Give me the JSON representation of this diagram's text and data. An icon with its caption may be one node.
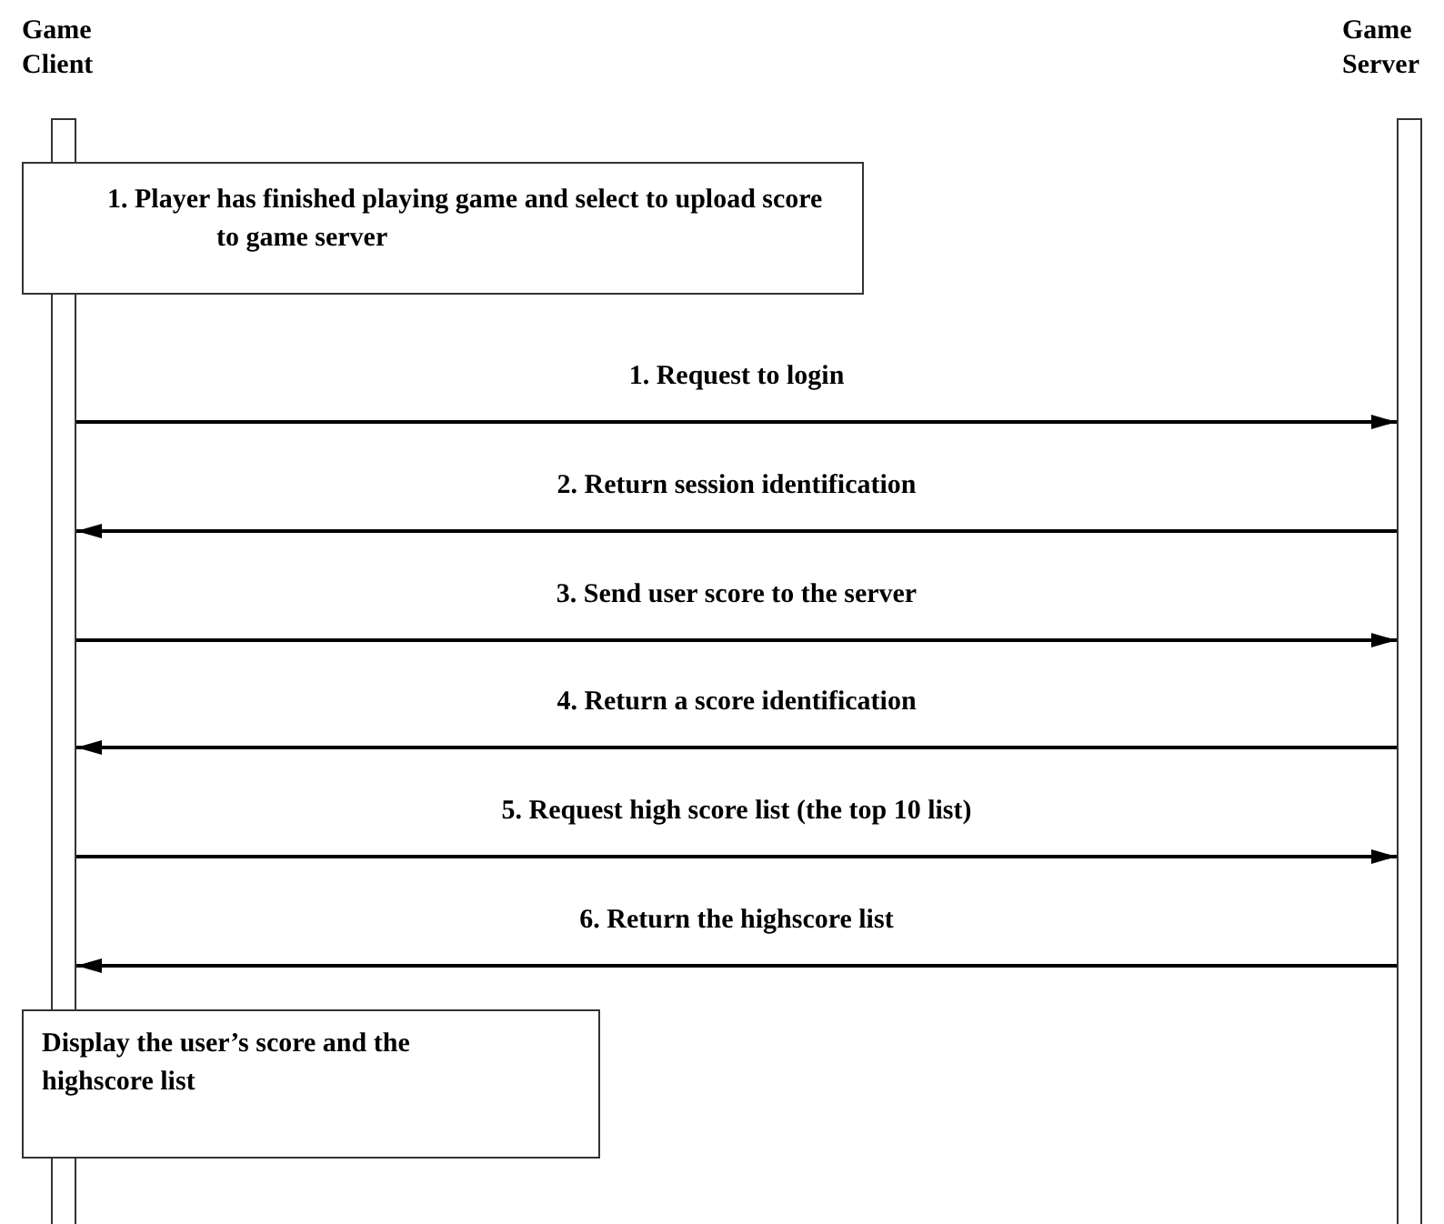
{
  "diagram": {
    "nodes": [
      {
        "text": [
          "Game Client"
        ]
      },
      {
        "text": [
          "Game Server"
        ]
      },
      {
        "text": [
          "1. Player has finished playing game and select to upload score to game server"
        ]
      },
      {
        "text": [
          "Display the user’s score and the highscore list"
        ]
      }
    ],
    "edges": [
      {
        "from": 0,
        "to": 1,
        "arrow": "to",
        "label": "1. Request to login"
      },
      {
        "from": 1,
        "to": 0,
        "arrow": "to",
        "label": "2. Return session identification"
      },
      {
        "from": 0,
        "to": 1,
        "arrow": "to",
        "label": "3. Send user score to the server"
      },
      {
        "from": 1,
        "to": 0,
        "arrow": "to",
        "label": "4. Return a score identification"
      },
      {
        "from": 0,
        "to": 1,
        "arrow": "to",
        "label": "5. Request high score list (the top 10 list)"
      },
      {
        "from": 1,
        "to": 0,
        "arrow": "to",
        "label": "6. Return the highscore list"
      }
    ]
  }
}
